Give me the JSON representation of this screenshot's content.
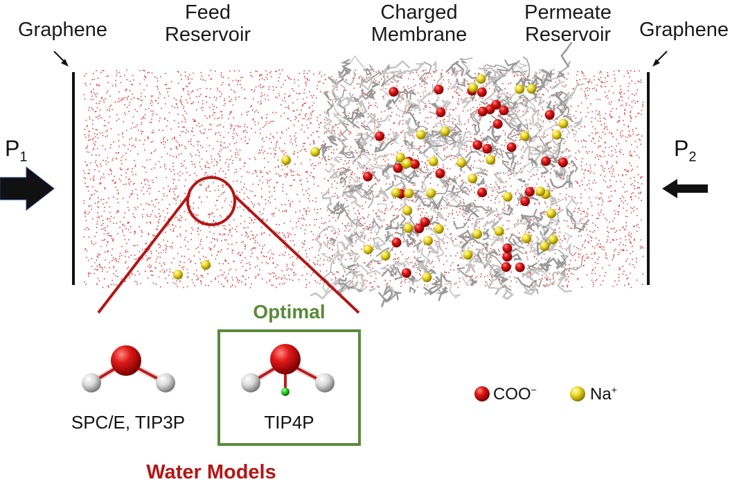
{
  "labels": {
    "graphene_left": "Graphene",
    "graphene_right": "Graphene",
    "feed_line1": "Feed",
    "feed_line2": "Reservoir",
    "membrane_line1": "Charged",
    "membrane_line2": "Membrane",
    "permeate_line1": "Permeate",
    "permeate_line2": "Reservoir",
    "p1": "P",
    "p1_sub": "1",
    "p2": "P",
    "p2_sub": "2"
  },
  "water_models": {
    "title": "Water Models",
    "model_a": "SPC/E, TIP3P",
    "model_b": "TIP4P",
    "optimal": "Optimal"
  },
  "legend": {
    "coo": "COO",
    "coo_sup": "−",
    "na": "Na",
    "na_sup": "+"
  },
  "colors": {
    "water_dots": "#e04040",
    "membrane": "#b8b8b8",
    "coo_sphere": "#cc1010",
    "na_sphere": "#e6d21e",
    "zoom_red": "#b51515",
    "optimal_green": "#5a8a3a",
    "hydrogen": "#d0d0d0",
    "m_site": "#22bb22"
  }
}
